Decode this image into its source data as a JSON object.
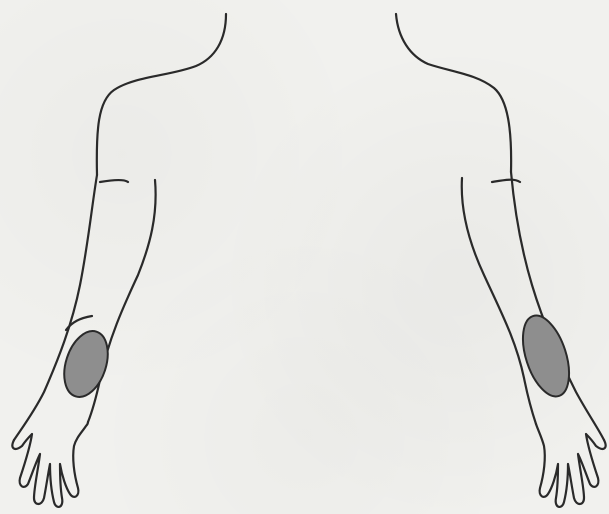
{
  "figure": {
    "subject": "left-and-right-arms-front-view",
    "paper_color": "#f1f1ee",
    "line_color": "#2a2a2a"
  },
  "highlight": {
    "fill": "#8e8e8e",
    "stroke": "#2a2a2a"
  },
  "icons": {
    "left_arm": "arm-outline",
    "right_arm": "arm-outline",
    "left_region": "shaded-oval",
    "right_region": "shaded-oval"
  }
}
